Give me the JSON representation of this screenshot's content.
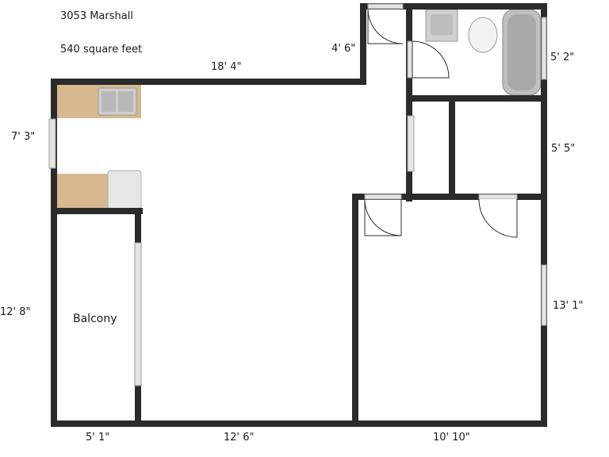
{
  "header": {
    "address": "3053 Marshall",
    "area": "540 square feet"
  },
  "rooms": {
    "balcony": "Balcony"
  },
  "dimensions": {
    "top_main": "18' 4\"",
    "top_entry": "4' 6\"",
    "right_bath": "5' 2\"",
    "left_kitchen": "7' 3\"",
    "right_closet": "5' 5\"",
    "left_balcony": "12' 8\"",
    "right_bedroom": "13' 1\"",
    "bottom_balcony": "5' 1\"",
    "bottom_living": "12' 6\"",
    "bottom_bedroom": "10' 10\""
  },
  "colors": {
    "wall": "#2b2b2b",
    "cabinet": "#d8b98f",
    "window": "#e4e4e4",
    "fixture": "#c9c9c9"
  }
}
